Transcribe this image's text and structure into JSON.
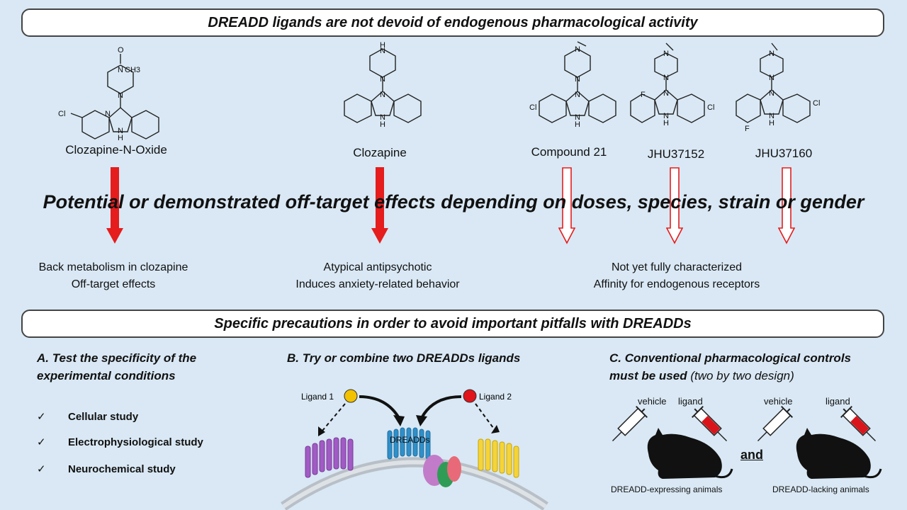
{
  "top_banner": "DREADD ligands are not devoid of endogenous pharmacological activity",
  "molecules": [
    {
      "name": "Clozapine-N-Oxide",
      "atom_labels": [
        "O",
        "N",
        "CH3",
        "N",
        "N",
        "Cl",
        "N",
        "H"
      ],
      "arrow": "solid"
    },
    {
      "name": "Clozapine",
      "atom_labels": [
        "H",
        "N",
        "N",
        "N",
        "N",
        "H"
      ],
      "arrow": "solid"
    },
    {
      "name": "Compound 21",
      "atom_labels": [
        "N",
        "N",
        "N",
        "Cl",
        "N",
        "H"
      ],
      "arrow": "outline"
    },
    {
      "name": "JHU37152",
      "atom_labels": [
        "N",
        "N",
        "F",
        "N",
        "Cl",
        "N",
        "H"
      ],
      "arrow": "outline"
    },
    {
      "name": "JHU37160",
      "atom_labels": [
        "N",
        "N",
        "N",
        "Cl",
        "F",
        "N",
        "H"
      ],
      "arrow": "outline"
    }
  ],
  "headline": "Potential or demonstrated off-target effects depending on doses, species, strain or gender",
  "notes": [
    {
      "line1": "Back metabolism in clozapine",
      "line2": "Off-target effects"
    },
    {
      "line1": "Atypical antipsychotic",
      "line2": "Induces anxiety-related behavior"
    },
    {
      "line1": "Not yet fully characterized",
      "line2": "Affinity for endogenous receptors"
    }
  ],
  "bottom_banner": "Specific precautions in order to avoid important pitfalls with DREADDs",
  "section_a": {
    "title_line1": "A. Test the specificity of the",
    "title_line2": "experimental conditions",
    "tick": "✓",
    "items": [
      "Cellular study",
      "Electrophysiological study",
      "Neurochemical study"
    ]
  },
  "section_b": {
    "title": "B. Try or combine two DREADDs ligands",
    "ligand1": "Ligand 1",
    "ligand2": "Ligand 2",
    "receptor": "DREADDs",
    "colors": {
      "ligand1": "#f2c200",
      "ligand2": "#e0141a",
      "receptor": "#2f8fc9",
      "off_target_left": "#a15bc4",
      "off_target_right": "#f5d43a"
    }
  },
  "section_c": {
    "title_line1": "C. Conventional pharmacological controls",
    "title_line2": "must be used",
    "title_note": "(two by two design)",
    "syringe_vehicle": "vehicle",
    "syringe_ligand": "ligand",
    "group1": "DREADD-expressing animals",
    "connector": "and",
    "group2": "DREADD-lacking animals"
  }
}
